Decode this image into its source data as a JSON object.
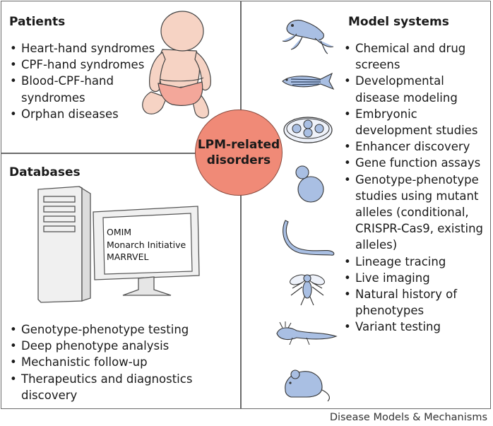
{
  "patients": {
    "title": "Patients",
    "items": [
      "Heart-hand syndromes",
      "CPF-hand syndromes",
      "Blood-CPF-hand syndromes",
      "Orphan diseases"
    ]
  },
  "databases": {
    "title": "Databases",
    "screen_lines": [
      "OMIM",
      "Monarch Initiative",
      "MARRVEL"
    ],
    "items": [
      "Genotype-phenotype testing",
      "Deep phenotype analysis",
      "Mechanistic follow-up",
      "Therapeutics and diagnostics discovery"
    ]
  },
  "center": {
    "label_line1": "LPM-related",
    "label_line2": "disorders",
    "color": "#f08a77"
  },
  "model_systems": {
    "title": "Model systems",
    "items": [
      "Chemical and drug screens",
      "Developmental disease modeling",
      "Embryonic development studies",
      "Enhancer discovery",
      "Gene function assays",
      "Genotype-phenotype studies using mutant alleles (conditional, CRISPR-Cas9, existing alleles)",
      "Lineage tracing",
      "Live imaging",
      "Natural history of phenotypes",
      "Variant testing"
    ]
  },
  "organism_icons": [
    "frog-icon",
    "zebrafish-icon",
    "petri-dish-embryos-icon",
    "cell-cluster-icon",
    "worm-icon",
    "fly-icon",
    "axolotl-icon",
    "mouse-icon"
  ],
  "colors": {
    "organism_fill": "#a9bfe3",
    "baby_skin": "#f6d3c4",
    "diaper": "#f3a79a",
    "computer": "#f0f0f0"
  },
  "credit": "Disease Models & Mechanisms"
}
